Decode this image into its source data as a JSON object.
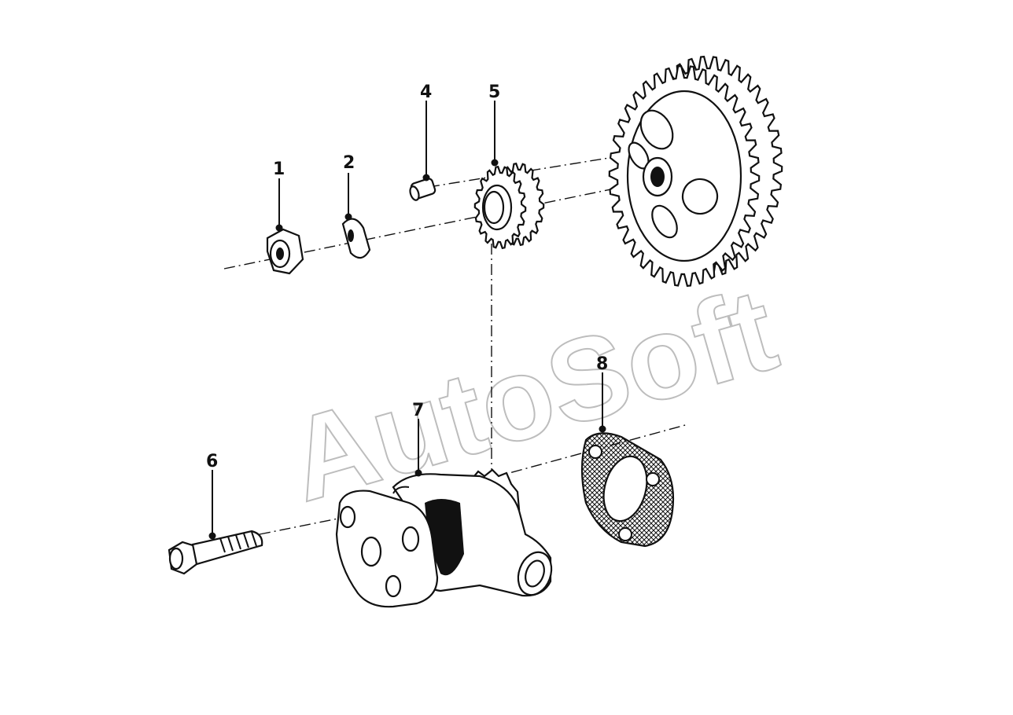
{
  "diagram": {
    "watermark": "AutoSoft",
    "callouts": [
      {
        "id": "callout-1",
        "label": "1"
      },
      {
        "id": "callout-2",
        "label": "2"
      },
      {
        "id": "callout-4",
        "label": "4"
      },
      {
        "id": "callout-5",
        "label": "5"
      },
      {
        "id": "callout-6",
        "label": "6"
      },
      {
        "id": "callout-7",
        "label": "7"
      },
      {
        "id": "callout-8",
        "label": "8"
      }
    ]
  }
}
